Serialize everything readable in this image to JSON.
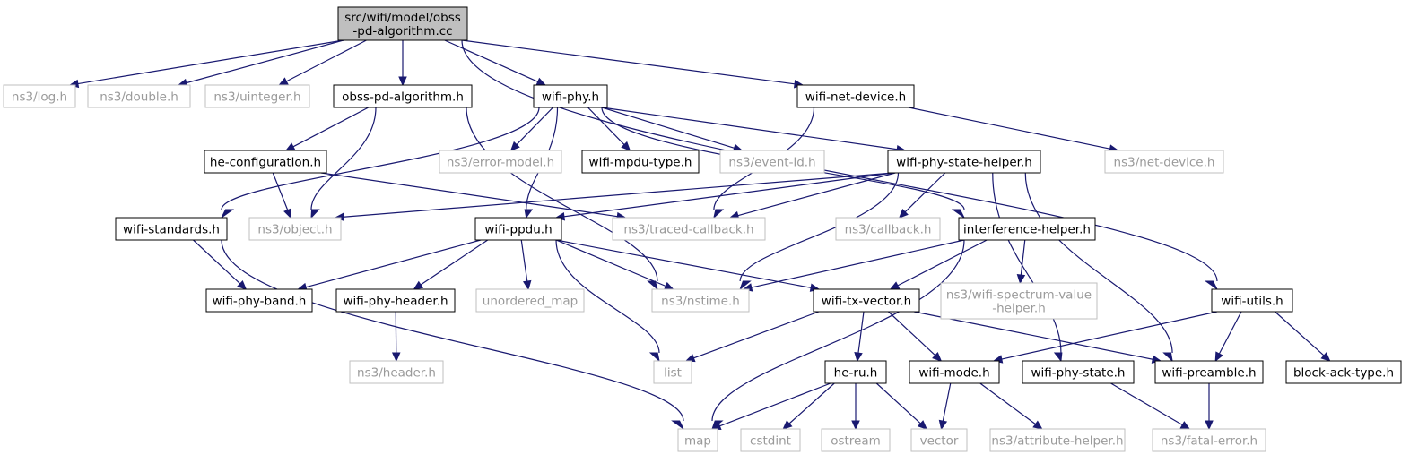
{
  "diagram": {
    "type": "include-dependency-graph",
    "colors": {
      "edge": "#191970",
      "root_fill": "#bfbfbf",
      "internal_border": "#000000",
      "external_border": "#bfbfbf",
      "external_text": "#9a9a9a"
    },
    "nodes": [
      {
        "id": "root",
        "lines": [
          "src/wifi/model/obss",
          "-pd-algorithm.cc"
        ],
        "kind": "root"
      },
      {
        "id": "log",
        "lines": [
          "ns3/log.h"
        ],
        "kind": "external"
      },
      {
        "id": "double",
        "lines": [
          "ns3/double.h"
        ],
        "kind": "external"
      },
      {
        "id": "uinteger",
        "lines": [
          "ns3/uinteger.h"
        ],
        "kind": "external"
      },
      {
        "id": "obsspd",
        "lines": [
          "obss-pd-algorithm.h"
        ],
        "kind": "internal"
      },
      {
        "id": "wifiphy",
        "lines": [
          "wifi-phy.h"
        ],
        "kind": "internal"
      },
      {
        "id": "netdev",
        "lines": [
          "wifi-net-device.h"
        ],
        "kind": "internal"
      },
      {
        "id": "ns3netdev",
        "lines": [
          "ns3/net-device.h"
        ],
        "kind": "external"
      },
      {
        "id": "hecfg",
        "lines": [
          "he-configuration.h"
        ],
        "kind": "internal"
      },
      {
        "id": "errmodel",
        "lines": [
          "ns3/error-model.h"
        ],
        "kind": "external"
      },
      {
        "id": "mpdutype",
        "lines": [
          "wifi-mpdu-type.h"
        ],
        "kind": "internal"
      },
      {
        "id": "eventid",
        "lines": [
          "ns3/event-id.h"
        ],
        "kind": "external"
      },
      {
        "id": "statehelper",
        "lines": [
          "wifi-phy-state-helper.h"
        ],
        "kind": "internal"
      },
      {
        "id": "standards",
        "lines": [
          "wifi-standards.h"
        ],
        "kind": "internal"
      },
      {
        "id": "object",
        "lines": [
          "ns3/object.h"
        ],
        "kind": "external"
      },
      {
        "id": "ppdu",
        "lines": [
          "wifi-ppdu.h"
        ],
        "kind": "internal"
      },
      {
        "id": "traced",
        "lines": [
          "ns3/traced-callback.h"
        ],
        "kind": "external"
      },
      {
        "id": "callback",
        "lines": [
          "ns3/callback.h"
        ],
        "kind": "external"
      },
      {
        "id": "interf",
        "lines": [
          "interference-helper.h"
        ],
        "kind": "internal"
      },
      {
        "id": "band",
        "lines": [
          "wifi-phy-band.h"
        ],
        "kind": "internal"
      },
      {
        "id": "phyhdr",
        "lines": [
          "wifi-phy-header.h"
        ],
        "kind": "internal"
      },
      {
        "id": "umap",
        "lines": [
          "unordered_map"
        ],
        "kind": "external"
      },
      {
        "id": "nstime",
        "lines": [
          "ns3/nstime.h"
        ],
        "kind": "external"
      },
      {
        "id": "txvec",
        "lines": [
          "wifi-tx-vector.h"
        ],
        "kind": "internal"
      },
      {
        "id": "spectrum",
        "lines": [
          "ns3/wifi-spectrum-value",
          "-helper.h"
        ],
        "kind": "external"
      },
      {
        "id": "utils",
        "lines": [
          "wifi-utils.h"
        ],
        "kind": "internal"
      },
      {
        "id": "header",
        "lines": [
          "ns3/header.h"
        ],
        "kind": "external"
      },
      {
        "id": "list",
        "lines": [
          "list"
        ],
        "kind": "external"
      },
      {
        "id": "heru",
        "lines": [
          "he-ru.h"
        ],
        "kind": "internal"
      },
      {
        "id": "mode",
        "lines": [
          "wifi-mode.h"
        ],
        "kind": "internal"
      },
      {
        "id": "phystate",
        "lines": [
          "wifi-phy-state.h"
        ],
        "kind": "internal"
      },
      {
        "id": "preamble",
        "lines": [
          "wifi-preamble.h"
        ],
        "kind": "internal"
      },
      {
        "id": "blockack",
        "lines": [
          "block-ack-type.h"
        ],
        "kind": "internal"
      },
      {
        "id": "map",
        "lines": [
          "map"
        ],
        "kind": "external"
      },
      {
        "id": "cstdint",
        "lines": [
          "cstdint"
        ],
        "kind": "external"
      },
      {
        "id": "ostream",
        "lines": [
          "ostream"
        ],
        "kind": "external"
      },
      {
        "id": "vector",
        "lines": [
          "vector"
        ],
        "kind": "external"
      },
      {
        "id": "attrhelper",
        "lines": [
          "ns3/attribute-helper.h"
        ],
        "kind": "external"
      },
      {
        "id": "fatal",
        "lines": [
          "ns3/fatal-error.h"
        ],
        "kind": "external"
      }
    ],
    "edges": [
      [
        "root",
        "log"
      ],
      [
        "root",
        "double"
      ],
      [
        "root",
        "uinteger"
      ],
      [
        "root",
        "obsspd"
      ],
      [
        "root",
        "wifiphy"
      ],
      [
        "root",
        "netdev"
      ],
      [
        "root",
        "utils"
      ],
      [
        "obsspd",
        "hecfg"
      ],
      [
        "obsspd",
        "object"
      ],
      [
        "obsspd",
        "nstime"
      ],
      [
        "wifiphy",
        "standards"
      ],
      [
        "wifiphy",
        "errmodel"
      ],
      [
        "wifiphy",
        "mpdutype"
      ],
      [
        "wifiphy",
        "eventid"
      ],
      [
        "wifiphy",
        "statehelper"
      ],
      [
        "wifiphy",
        "interf"
      ],
      [
        "wifiphy",
        "ppdu"
      ],
      [
        "netdev",
        "ns3netdev"
      ],
      [
        "netdev",
        "traced"
      ],
      [
        "hecfg",
        "object"
      ],
      [
        "hecfg",
        "traced"
      ],
      [
        "statehelper",
        "object"
      ],
      [
        "statehelper",
        "ppdu"
      ],
      [
        "statehelper",
        "traced"
      ],
      [
        "statehelper",
        "callback"
      ],
      [
        "statehelper",
        "nstime"
      ],
      [
        "statehelper",
        "phystate"
      ],
      [
        "statehelper",
        "preamble"
      ],
      [
        "standards",
        "band"
      ],
      [
        "standards",
        "map"
      ],
      [
        "ppdu",
        "band"
      ],
      [
        "ppdu",
        "phyhdr"
      ],
      [
        "ppdu",
        "umap"
      ],
      [
        "ppdu",
        "nstime"
      ],
      [
        "ppdu",
        "txvec"
      ],
      [
        "ppdu",
        "list"
      ],
      [
        "interf",
        "nstime"
      ],
      [
        "interf",
        "txvec"
      ],
      [
        "interf",
        "spectrum"
      ],
      [
        "interf",
        "map"
      ],
      [
        "phyhdr",
        "header"
      ],
      [
        "txvec",
        "list"
      ],
      [
        "txvec",
        "heru"
      ],
      [
        "txvec",
        "mode"
      ],
      [
        "txvec",
        "preamble"
      ],
      [
        "utils",
        "mode"
      ],
      [
        "utils",
        "preamble"
      ],
      [
        "utils",
        "blockack"
      ],
      [
        "heru",
        "map"
      ],
      [
        "heru",
        "cstdint"
      ],
      [
        "heru",
        "ostream"
      ],
      [
        "heru",
        "vector"
      ],
      [
        "mode",
        "vector"
      ],
      [
        "mode",
        "attrhelper"
      ],
      [
        "phystate",
        "fatal"
      ],
      [
        "preamble",
        "fatal"
      ]
    ]
  }
}
